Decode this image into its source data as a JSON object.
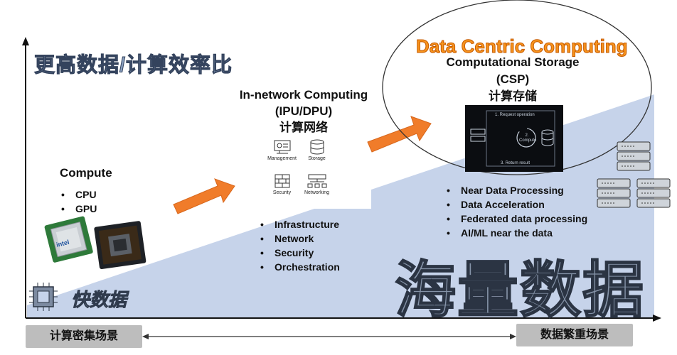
{
  "title": "更高数据/计算效率比",
  "compute": {
    "heading": "Compute",
    "items": [
      "CPU",
      "GPU"
    ]
  },
  "in_network": {
    "heading_line1": "In-network Computing",
    "heading_line2": "(IPU/DPU)",
    "heading_line3": "计算网络",
    "icons": [
      "Management",
      "Storage",
      "Security",
      "Networking"
    ],
    "items": [
      "Infrastructure",
      "Network",
      "Security",
      "Orchestration"
    ]
  },
  "dcc": {
    "title": "Data Centric Computing",
    "line1": "Computational Storage",
    "line2": "(CSP)",
    "line3": "计算存储",
    "diagram": {
      "request": "1. Request operation",
      "compute": "2. Compute",
      "result": "3. Return result"
    },
    "items": [
      "Near Data Processing",
      "Data Acceleration",
      "Federated data processing",
      "AI/ML near the data"
    ]
  },
  "big_label": "海量数据",
  "fast_label": "快数据",
  "left_scenario": "计算密集场景",
  "right_scenario": "数据繁重场景",
  "cpu_chip_text": "intel",
  "colors": {
    "wedge": "#c6d3ea",
    "arrow": "#f07c2a",
    "orange_title": "#f7941d"
  }
}
